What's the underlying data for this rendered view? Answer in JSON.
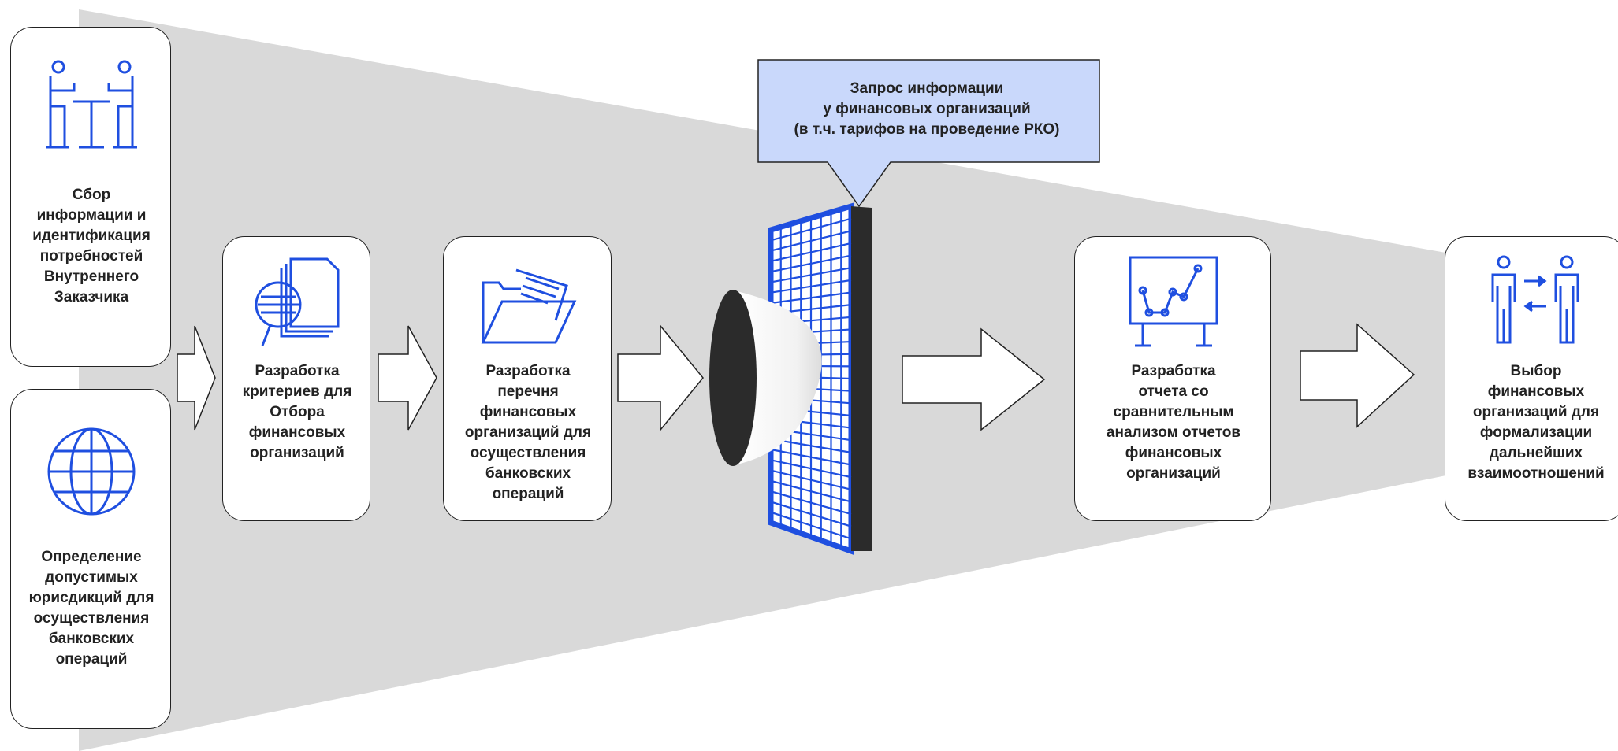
{
  "steps": {
    "collect": "Сбор\nинформации и\nидентификация\nпотребностей\nВнутреннего\nЗаказчика",
    "jurisdictions": "Определение\nдопустимых\nюрисдикций для\nосуществления\nбанковских\nопераций",
    "criteria": "Разработка\nкритериев для\nОтбора\nфинансовых\nорганизаций",
    "list": "Разработка\nперечня\nфинансовых\nорганизаций для\nосуществления\nбанковских\nопераций",
    "report": "Разработка\nотчета со\nсравнительным\nанализом отчетов\nфинансовых\nорганизаций",
    "selection": "Выбор\nфинансовых\nорганизаций для\nформализации\nдальнейших\nвзаимоотношений"
  },
  "callout": "Запрос информации\nу финансовых организаций\n(в т.ч. тарифов на проведение РКО)",
  "colors": {
    "funnel": "#d9d9d9",
    "icon": "#1f4fe0",
    "callout_fill": "#c9d8fb",
    "filter": "#1f4fe0"
  }
}
